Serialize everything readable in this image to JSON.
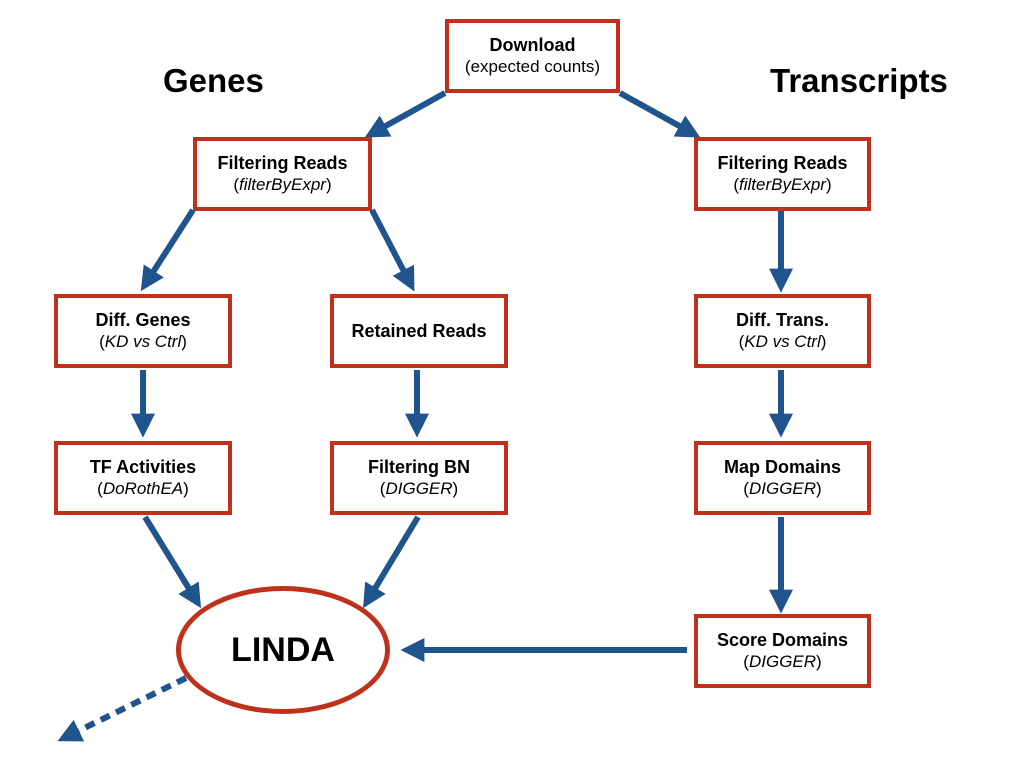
{
  "headings": {
    "genes": "Genes",
    "transcripts": "Transcripts"
  },
  "colors": {
    "box_border": "#c0311c",
    "arrow": "#1f548e"
  },
  "nodes": {
    "download": {
      "title": "Download",
      "sub": "(expected counts)"
    },
    "filter_genes": {
      "title": "Filtering Reads",
      "sub_pre": "(",
      "sub_it": "filterByExpr",
      "sub_post": ")"
    },
    "filter_trans": {
      "title": "Filtering Reads",
      "sub_pre": "(",
      "sub_it": "filterByExpr",
      "sub_post": ")"
    },
    "diff_genes": {
      "title": "Diff. Genes",
      "sub_pre": "(",
      "sub_it": "KD vs Ctrl",
      "sub_post": ")"
    },
    "retained": {
      "title": "Retained Reads"
    },
    "diff_trans": {
      "title": "Diff. Trans.",
      "sub_pre": "(",
      "sub_it": "KD vs Ctrl",
      "sub_post": ")"
    },
    "tf": {
      "title": "TF Activities",
      "sub_pre": "(",
      "sub_it": "DoRothEA",
      "sub_post": ")"
    },
    "filter_bn": {
      "title": "Filtering BN",
      "sub_pre": "(",
      "sub_it": "DIGGER",
      "sub_post": ")"
    },
    "map_domains": {
      "title": "Map Domains",
      "sub_pre": "(",
      "sub_it": "DIGGER",
      "sub_post": ")"
    },
    "score_domains": {
      "title": "Score Domains",
      "sub_pre": "(",
      "sub_it": "DIGGER",
      "sub_post": ")"
    },
    "linda": {
      "title": "LINDA"
    }
  }
}
